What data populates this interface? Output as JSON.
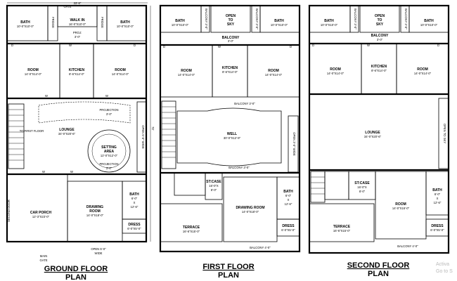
{
  "plot": {
    "width": "33'-6\"",
    "length": "70'"
  },
  "ground": {
    "gate_top": "GATE",
    "bath_left": "BATH",
    "bath_left_dim": "10'-0\"X10'-0\"",
    "fridge_left": "FRIDGE",
    "fridge_right": "FRIDGE",
    "walk_in": "WALK IN",
    "walk_in_dim": "16'-0\"X10'-0\"",
    "proj_top": "PROJ:",
    "proj_top_dim": "3'-0\"",
    "bath_right": "BATH",
    "bath_right_dim": "10'-0\"X10'-0\"",
    "room_left": "ROOM",
    "room_left_dim": "14'-0\"X14'-0\"",
    "kitchen": "KITCHEN",
    "kitchen_dim": "8'-6\"X14'-0\"",
    "room_right": "ROOM",
    "room_right_dim": "14'-0\"X14'-0\"",
    "projection1": "PROJECTION",
    "projection1_dim": "3'-0\"",
    "first_floor_up": "TO FIRST FLOOR",
    "lounge": "LOUNGE",
    "lounge_dim": "34'-0\"X20'-6\"",
    "setting": "SETTING",
    "setting2": "AREA",
    "setting_dim": "12'-0\"X12'-0\"",
    "projection2": "PROJECTION",
    "projection2_dim": "3'-0\"",
    "open_side": "OPEN 5'-0\" WIDE",
    "car_porch": "CAR PORCH",
    "car_porch_dim": "12'-3\"X23'-0\"",
    "second_door": "SECOND DOOR",
    "drawing": "DRAWING",
    "drawing2": "ROOM",
    "drawing_dim": "14'-0\"X18'-0\"",
    "bath3": "BATH",
    "bath3_dim1": "6'-0\"",
    "bath3_x": "X",
    "bath3_dim2": "12'-6\"",
    "dress": "DRESS",
    "dress_dim": "6'-0\"X5'-0\"",
    "open_bottom": "OPEN 5'-0\"",
    "open_bottom2": "WIDE",
    "main_gate": "MAIN",
    "main_gate2": "GATE",
    "title1": "GROUND FLOOR",
    "title2": "PLAN"
  },
  "first": {
    "bath_left": "BATH",
    "bath_left_dim": "10'-0\"X10'-0\"",
    "balcony_v_left": "BALCONY 3'-0\"",
    "open_sky": "OPEN",
    "open_sky2": "TO",
    "open_sky3": "SKY",
    "balcony_v_right": "BALCONY 3'-0\"",
    "bath_right": "BATH",
    "bath_right_dim": "10'-0\"X10'-0\"",
    "balcony_top": "BALCONY",
    "balcony_top_dim": "3'-0\"",
    "room_left": "ROOM",
    "room_left_dim": "14'-0\"X14'-0\"",
    "kitchen": "KITCHEN",
    "kitchen_dim": "8'-6\"X14'-0\"",
    "room_right": "ROOM",
    "room_right_dim": "14'-0\"X14'-0\"",
    "balcony_mid": "BALCONY 3'-0\"",
    "well": "WELL",
    "well_dim": "30'-0\"X12'-9\"",
    "open_side": "OPEN 3'-0\" WIDE",
    "balcony_low": "BALCONY 3'-0\"",
    "stcase": "ST:CASE",
    "stcase_dim1": "16'-0\"X",
    "stcase_dim2": "8'-0\"",
    "drawing": "DRAWING ROOM",
    "drawing_dim": "14'-0\"X18'-0\"",
    "bath3": "BATH",
    "bath3_dim1": "6'-0\"",
    "bath3_x": "X",
    "bath3_dim2": "12'-6\"",
    "terrace": "TERRACE",
    "terrace_dim": "16'-6\"X15'-0\"",
    "dress": "DRESS",
    "dress_dim": "6'-0\"X5'-0\"",
    "balcony_bottom": "BALCONY 4'-0\"",
    "title1": "FIRST FLOOR",
    "title2": "PLAN"
  },
  "second": {
    "bath_left": "BATH",
    "bath_left_dim": "10'-0\"X10'-0\"",
    "balcony_v_left": "BALCONY 3'-0\"",
    "open_sky": "OPEN",
    "open_sky2": "TO",
    "open_sky3": "SKY",
    "balcony_v_right": "BALCONY 3'-0\"",
    "bath_right": "BATH",
    "bath_right_dim": "10'-0\"X10'-0\"",
    "balcony_top": "BALCONY",
    "balcony_top_dim": "3'-0\"",
    "room_left": "ROOM",
    "room_left_dim": "14'-0\"X14'-0\"",
    "kitchen": "KITCHEN",
    "kitchen_dim": "8'-6\"X14'-0\"",
    "room_right": "ROOM",
    "room_right_dim": "14'-0\"X14'-0\"",
    "lounge": "LOUNGE",
    "lounge_dim": "34'-0\"X20'-6\"",
    "open_sky_side": "OPEN TO SKY",
    "stcase": "ST:CASE",
    "stcase_dim1": "16'-0\"X",
    "stcase_dim2": "8'-0\"",
    "room": "ROOM",
    "room_dim": "14'-0\"X16'-0\"",
    "bath3": "BATH",
    "bath3_dim1": "6'-0\"",
    "bath3_x": "X",
    "bath3_dim2": "12'-6\"",
    "terrace": "TERRACE",
    "terrace_dim": "16'-6\"X15'-0\"",
    "dress": "DRESS",
    "dress_dim": "6'-0\"X5'-0\"",
    "balcony_bottom": "BALCONY 4'-0\"",
    "title1": "SECOND FLOOR",
    "title2": "PLAN"
  },
  "door_mark": "D",
  "window_mark": "W",
  "watermark": "Activa",
  "watermark2": "Go to S"
}
